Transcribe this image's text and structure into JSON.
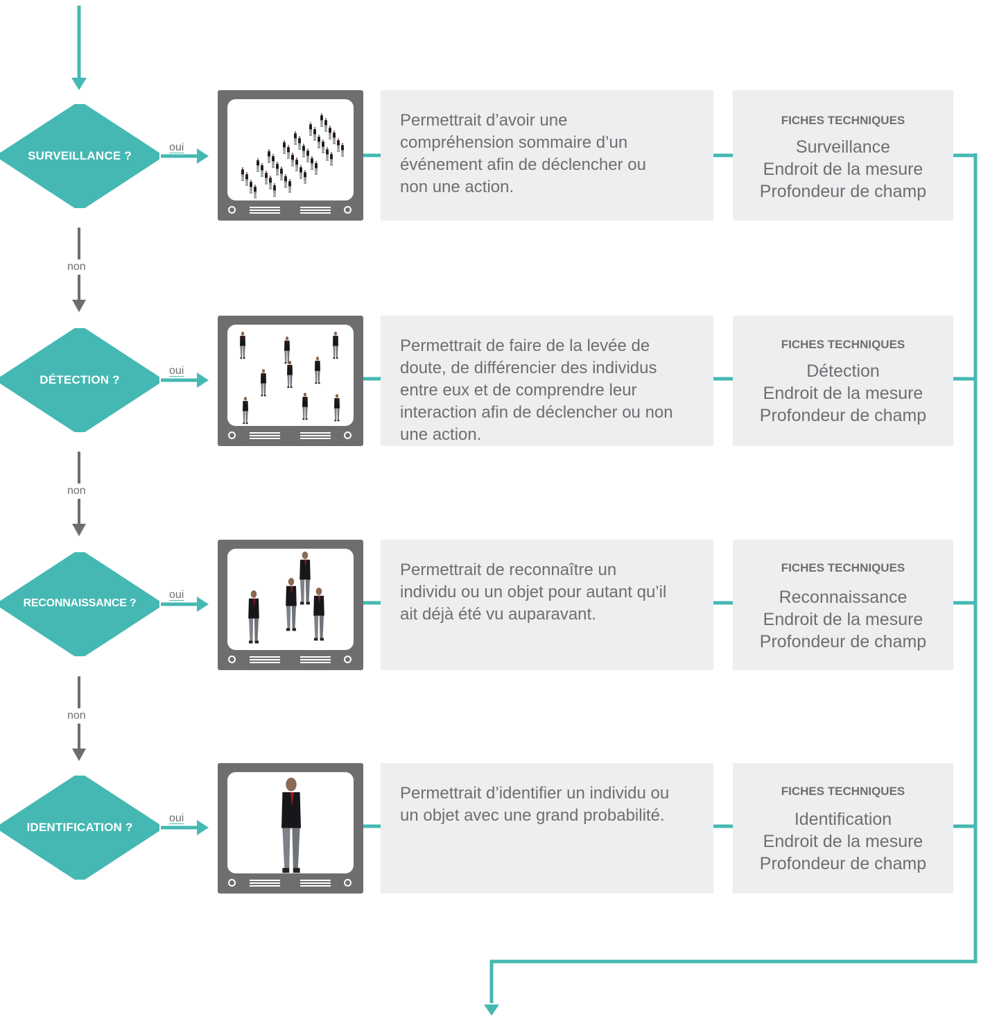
{
  "colors": {
    "teal": "#45b8b3",
    "gray": "#6d6e70",
    "box": "#edeeef"
  },
  "flow": {
    "yes_label": "oui",
    "no_label": "non",
    "fiche_title": "FICHES TECHNIQUES"
  },
  "rows": [
    {
      "question": "SURVEILLANCE ?",
      "illustration": "crowd-diagonal-many-tiny-figures",
      "description": "Permettrait d’avoir une compréhension sommaire d’un événement afin de déclencher ou non une action.",
      "fiches": [
        "Surveillance",
        "Endroit de la mesure",
        "Profondeur de champ"
      ]
    },
    {
      "question": "DÉTECTION ?",
      "illustration": "scattered-small-figures",
      "description": "Permettrait de faire de la levée de doute, de différencier des individus entre eux et de comprendre leur interaction afin de déclencher ou non une action.",
      "fiches": [
        "Détection",
        "Endroit de la mesure",
        "Profondeur de champ"
      ]
    },
    {
      "question": "RECONNAISSANCE ?",
      "illustration": "four-medium-figures",
      "description": "Permettrait de reconnaître un individu ou un objet pour autant qu’il ait déjà été vu auparavant.",
      "fiches": [
        "Reconnaissance",
        "Endroit de la mesure",
        "Profondeur de champ"
      ]
    },
    {
      "question": "IDENTIFICATION ?",
      "illustration": "single-large-figure",
      "description": "Permettrait d’identifier un individu ou un objet avec une grand probabilité.",
      "fiches": [
        "Identification",
        "Endroit de la mesure",
        "Profondeur de champ"
      ]
    }
  ]
}
